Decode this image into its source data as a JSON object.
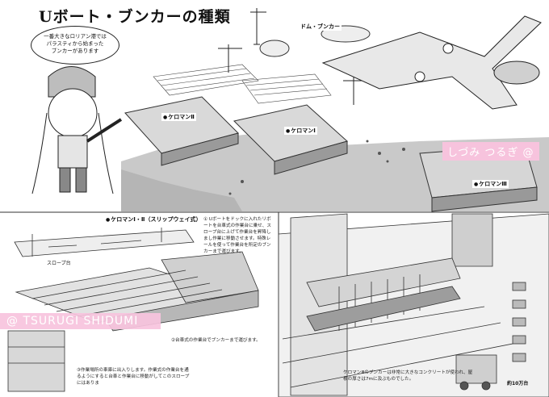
{
  "title": "Uボート・ブンカーの種類",
  "speech_bubble": "一番大きなロリアン港では\nパラスティから始まった\nブンカーがあります",
  "labels": {
    "dome_bunker": "ドム・ブンカー",
    "keroman_2": "ケロマンⅡ",
    "keroman_1": "ケロマンⅠ",
    "keroman_3": "ケロマンⅢ"
  },
  "signatures": {
    "jp": "しづみ つるぎ @",
    "en": "@ TSURUGI SHIDUMI"
  },
  "section_slipway": {
    "heading": "ケロマンⅠ・Ⅱ（スリップウェイ式）",
    "note": "① Uボートをドックに入れたリボートを台車式の作業台に乗せ、スロープ台に上げて作業台を昇降しまし作業に移動させます。特殊レールを使って作業台を所定のブンカーまで運びます。",
    "slope_label": "スロープ台"
  },
  "note_mid": "②台車式の作業台でブンカーまで運びます。",
  "note_bottom_left": "③作業場所の車庫に出入りします。作業式の作業台を通るようにすると台車と作業台に移動がしてこのスロープにはありま",
  "note_bottom_right": "ケロマンⅢのブンカーは非常に大きなコンクリートが使われ、屋根の厚さは7mに及ぶものでした。",
  "truck_caption": "約10万台"
}
